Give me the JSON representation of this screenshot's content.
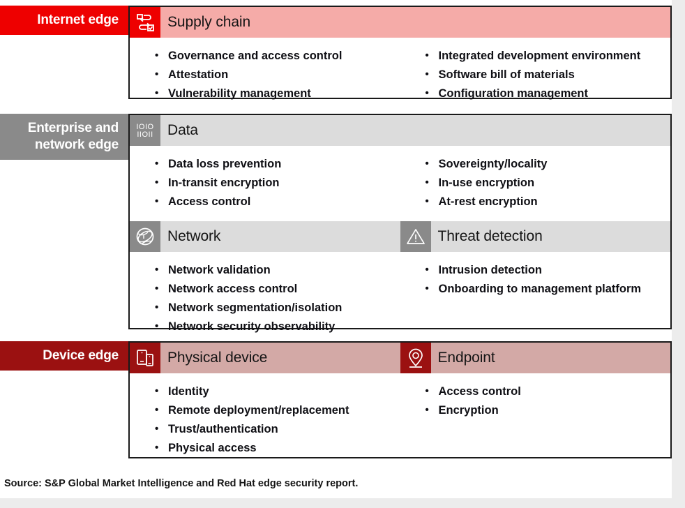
{
  "title": "Edge security framework",
  "colors": {
    "internet_edge": "#ee0000",
    "enterprise_edge": "#8a8a8a",
    "device_edge": "#9b1111",
    "header_pink": "#f5aba8",
    "header_grey": "#dcdcdc",
    "header_dusty_pink": "#d3a9a6",
    "text": "#0f0f14",
    "gutter": "#ececec"
  },
  "tiers": [
    {
      "label": "Internet edge",
      "panels": [
        {
          "title": "Supply chain",
          "icon": "supply-chain-icon",
          "header_style": "red",
          "columns": [
            [
              "Governance and access control",
              "Attestation",
              "Vulnerability management"
            ],
            [
              "Integrated development environment",
              "Software bill of materials",
              "Configuration management"
            ]
          ]
        }
      ]
    },
    {
      "label": "Enterprise and network edge",
      "label_lines": [
        "Enterprise and",
        "network edge"
      ],
      "panels": [
        {
          "title": "Data",
          "icon": "binary-data-icon",
          "header_style": "grey",
          "columns": [
            [
              "Data loss prevention",
              "In-transit encryption",
              "Access control"
            ],
            [
              "Sovereignty/locality",
              "In-use encryption",
              "At-rest encryption"
            ]
          ]
        },
        {
          "title": "Network",
          "icon": "globe-network-icon",
          "header_style": "grey",
          "items": [
            "Network validation",
            "Network access control",
            "Network segmentation/isolation",
            "Network security observability"
          ]
        },
        {
          "title": "Threat detection",
          "icon": "warning-triangle-icon",
          "header_style": "grey",
          "items": [
            "Intrusion detection",
            "Onboarding to management platform"
          ]
        }
      ]
    },
    {
      "label": "Device edge",
      "panels": [
        {
          "title": "Physical device",
          "icon": "devices-icon",
          "header_style": "dark-red",
          "items": [
            "Identity",
            "Remote deployment/replacement",
            "Trust/authentication",
            "Physical access"
          ]
        },
        {
          "title": "Endpoint",
          "icon": "location-pin-icon",
          "header_style": "dark-red",
          "items": [
            "Access control",
            "Encryption"
          ]
        }
      ]
    }
  ],
  "source": "Source: S&P Global Market Intelligence and Red Hat edge security report."
}
